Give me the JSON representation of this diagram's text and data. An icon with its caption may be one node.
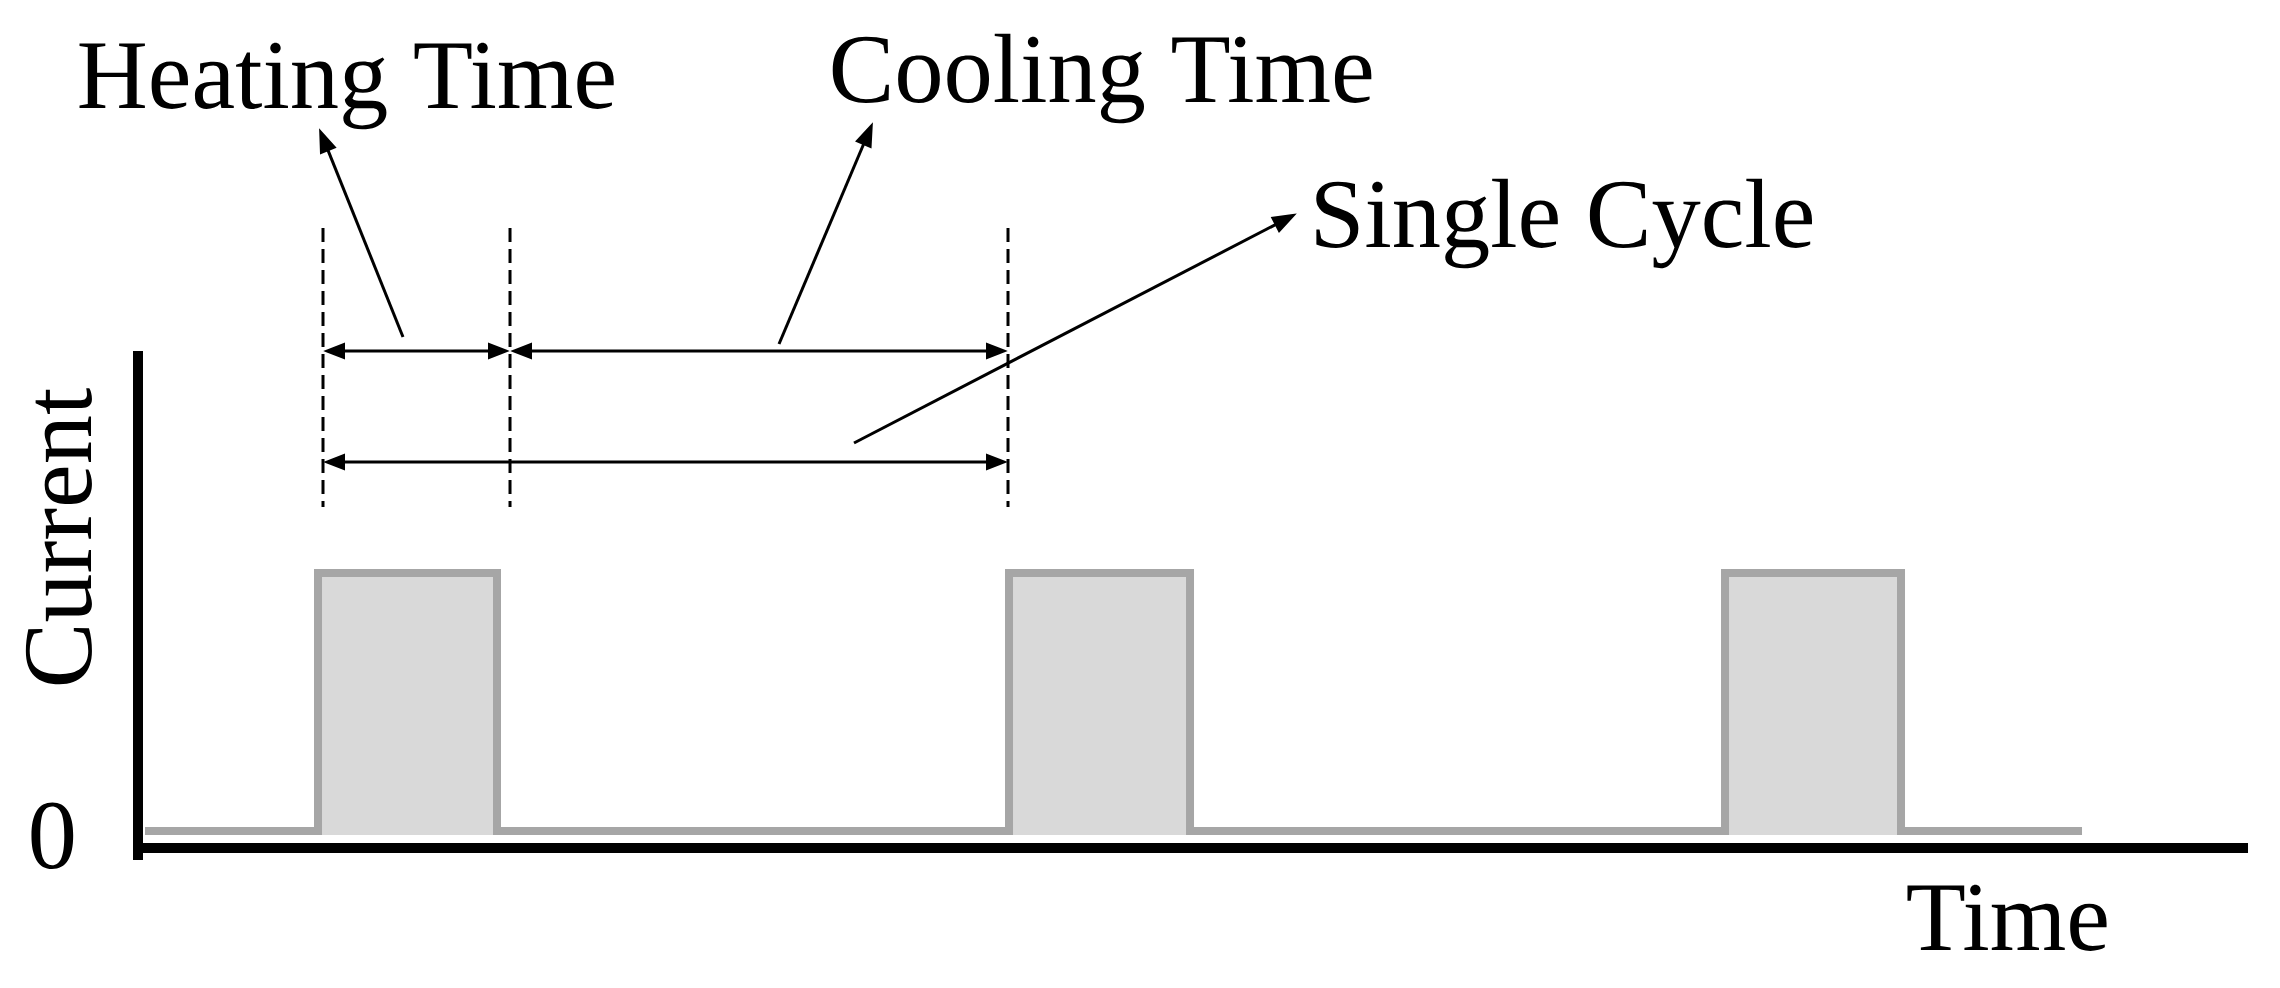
{
  "diagram": {
    "nodes": [
      {
        "text": [
          "Heating Time"
        ]
      },
      {
        "text": [
          "Cooling Time"
        ]
      },
      {
        "text": [
          "Single Cycle"
        ]
      }
    ],
    "edges": [
      {
        "from": null,
        "to": 0,
        "arrow": "to"
      },
      {
        "from": null,
        "to": 1,
        "arrow": "to"
      },
      {
        "from": null,
        "to": 2,
        "arrow": "to"
      }
    ],
    "labels": [
      "Current",
      "0",
      "Time"
    ]
  }
}
